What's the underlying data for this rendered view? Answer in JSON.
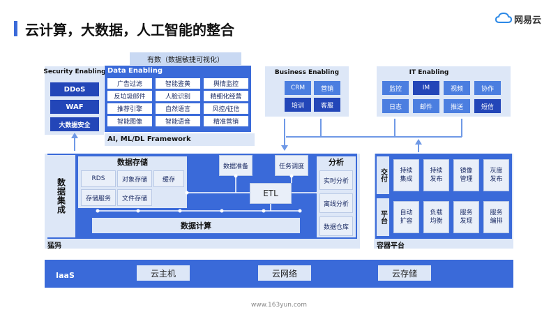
{
  "header": {
    "title": "云计算，大数据，人工智能的整合",
    "brand": "网易云"
  },
  "security": {
    "title": "Security Enabling",
    "items": [
      "DDoS",
      "WAF",
      "大数据安全"
    ]
  },
  "data_enabling": {
    "top_label": "有数（数据敏捷可视化）",
    "title": "Data Enabling",
    "grid": [
      "广告过滤",
      "智能鉴黄",
      "舆情监控",
      "反垃圾邮件",
      "人脸识别",
      "精细化经营",
      "推荐引擎",
      "自然语言",
      "风控/征信",
      "智能图像",
      "智能语音",
      "精准营销"
    ],
    "framework": "AI, ML/DL Framework"
  },
  "business": {
    "title": "Business Enabling",
    "items": [
      "CRM",
      "营销",
      "培训",
      "客服"
    ]
  },
  "it": {
    "title": "IT Enabling",
    "items": [
      "监控",
      "IM",
      "视频",
      "协作",
      "日志",
      "邮件",
      "推送",
      "短信"
    ]
  },
  "mammoth": {
    "side": "数据集成",
    "storage_title": "数据存储",
    "storage_items": [
      "RDS",
      "对象存储",
      "缓存",
      "存储服务",
      "文件存储"
    ],
    "prep": "数据准备",
    "sched": "任务调度",
    "etl": "ETL",
    "compute": "数据计算",
    "analysis_title": "分析",
    "analysis_items": [
      "实时分析",
      "离线分析",
      "数据仓库"
    ],
    "footer": "猛犸"
  },
  "container": {
    "deliver": "交付",
    "platform": "平台",
    "deliver_items": [
      "持续集成",
      "持续发布",
      "镜像管理",
      "灰度发布"
    ],
    "platform_items": [
      "自动扩容",
      "负载均衡",
      "服务发现",
      "服务编排"
    ],
    "footer": "容器平台"
  },
  "iaas": {
    "label": "IaaS",
    "items": [
      "云主机",
      "云网络",
      "云存储"
    ]
  },
  "footer_url": "www.163yun.com"
}
